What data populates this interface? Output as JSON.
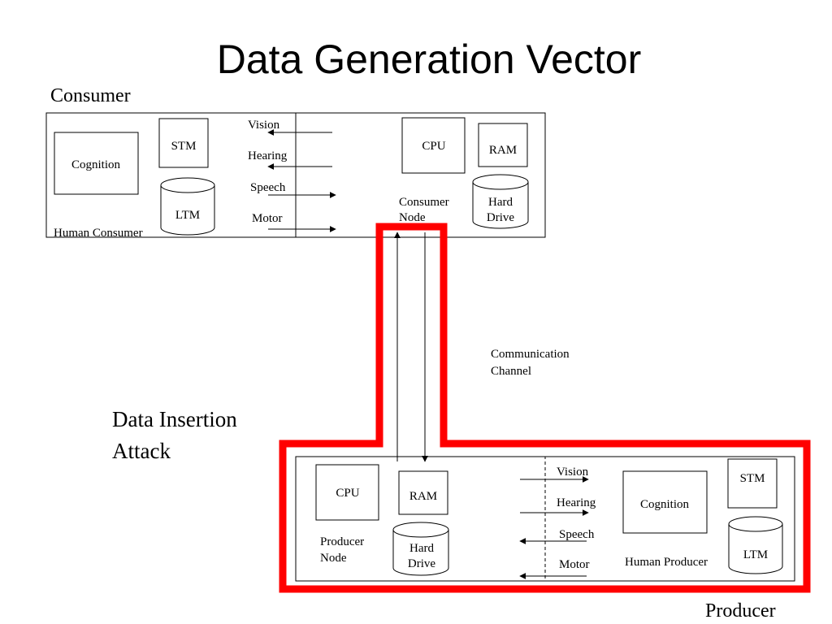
{
  "title": "Data Generation Vector",
  "consumer": {
    "heading": "Consumer",
    "human": {
      "label": "Human Consumer",
      "cognition": "Cognition",
      "stm": "STM",
      "ltm": "LTM",
      "channels": [
        "Vision",
        "Hearing",
        "Speech",
        "Motor"
      ]
    },
    "node": {
      "label_line1": "Consumer",
      "label_line2": "Node",
      "cpu": "CPU",
      "ram": "RAM",
      "drive_line1": "Hard",
      "drive_line2": "Drive"
    }
  },
  "channel": {
    "label_line1": "Communication",
    "label_line2": "Channel"
  },
  "attack": {
    "line1": "Data Insertion",
    "line2": "Attack",
    "highlight_color": "#ff0000"
  },
  "producer": {
    "heading": "Producer",
    "human": {
      "label": "Human Producer",
      "cognition": "Cognition",
      "stm": "STM",
      "ltm": "LTM",
      "channels": [
        "Vision",
        "Hearing",
        "Speech",
        "Motor"
      ]
    },
    "node": {
      "label_line1": "Producer",
      "label_line2": "Node",
      "cpu": "CPU",
      "ram": "RAM",
      "drive_line1": "Hard",
      "drive_line2": "Drive"
    }
  }
}
